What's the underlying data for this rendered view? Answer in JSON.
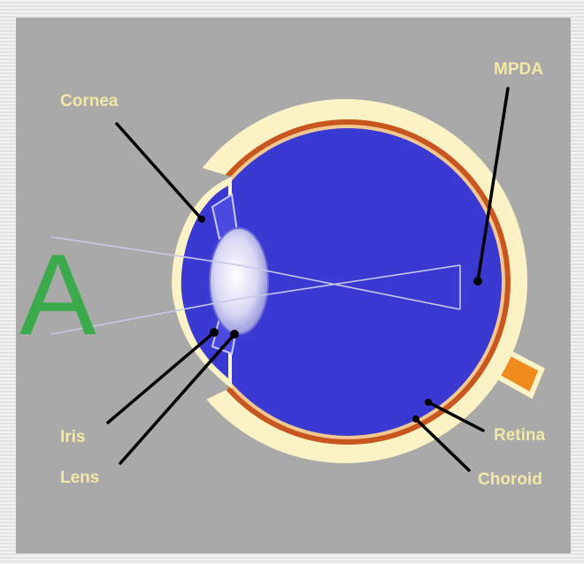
{
  "labels": {
    "object_letter": "A",
    "cornea": "Cornea",
    "mpda": "MPDA",
    "iris": "Iris",
    "lens": "Lens",
    "retina": "Retina",
    "choroid": "Choroid"
  },
  "colors": {
    "background": "#a9a9a9",
    "label_text": "#f3e9a6",
    "sclera": "#fbf3c6",
    "choroid": "#c8561e",
    "vitreous": "#3a3ad2",
    "optic_nerve": "#f08a1c",
    "object_letter": "#3aaa4a"
  }
}
